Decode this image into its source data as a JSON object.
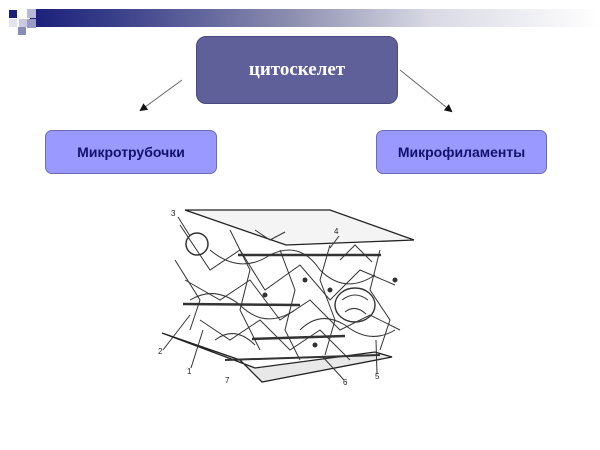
{
  "header": {
    "decoration": "gradient-band-with-squares",
    "colors": {
      "band_start": "#1a1f7a",
      "band_end": "#ffffff",
      "square_dark": "#1a1f7a",
      "square_light": "#b8b9d6"
    }
  },
  "diagram": {
    "root": {
      "label": "цитоскелет",
      "color": "#5f5f99"
    },
    "children": [
      {
        "label": "Микротрубочки",
        "color": "#9999ff"
      },
      {
        "label": "Микрофиламенты",
        "color": "#9999ff"
      }
    ]
  },
  "illustration": {
    "subject": "cytoskeleton-network-drawing",
    "labels": [
      "1",
      "2",
      "3",
      "4",
      "5",
      "6",
      "7"
    ]
  }
}
